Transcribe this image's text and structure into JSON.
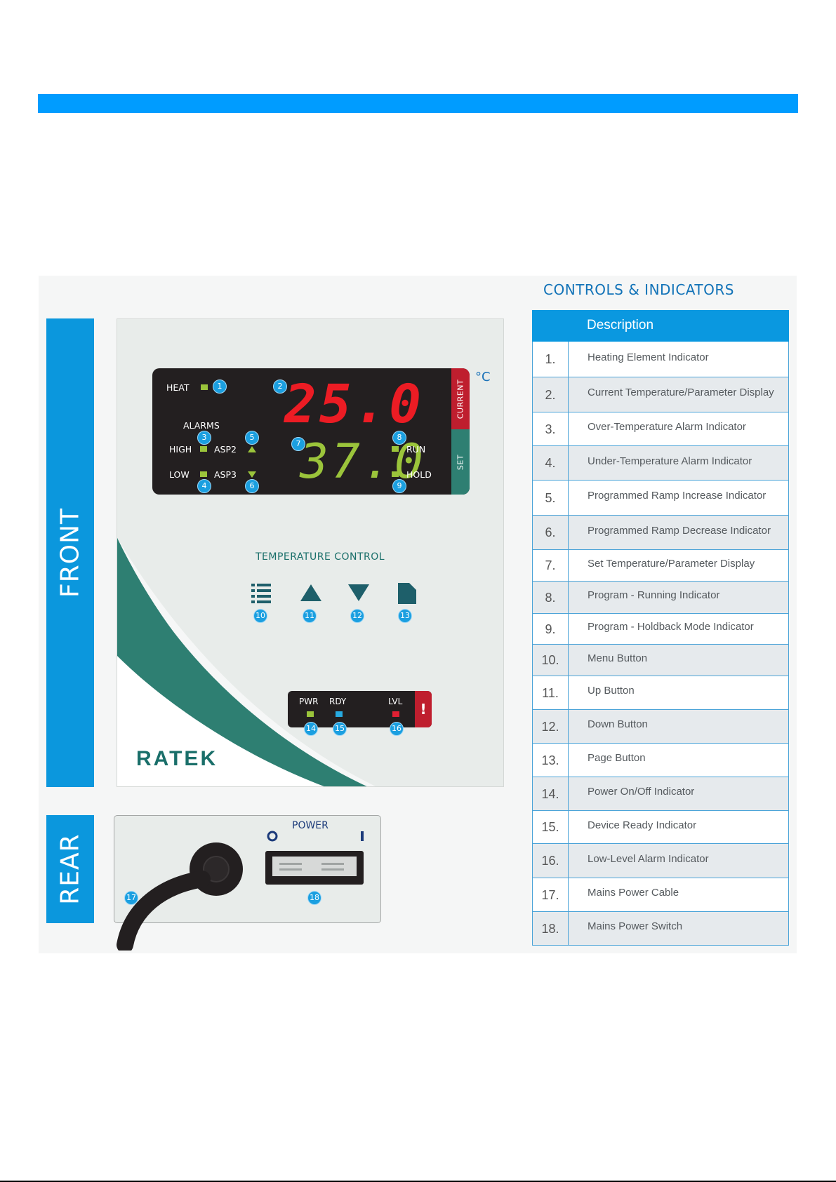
{
  "sections": {
    "front": "FRONT",
    "rear": "REAR"
  },
  "display": {
    "heat_label": "HEAT",
    "alarms_label": "ALARMS",
    "high_label": "HIGH",
    "low_label": "LOW",
    "asp2_label": "ASP2",
    "asp3_label": "ASP3",
    "run_label": "RUN",
    "hold_label": "HOLD",
    "current_tab": "CURRENT",
    "set_tab": "SET",
    "current_value": "25.0",
    "set_value": "37.0",
    "unit": "°C",
    "colors": {
      "current": "#ec1c24",
      "set": "#9bc43b",
      "led_green": "#9bc43b",
      "led_blue": "#27aae1",
      "led_red": "#e02033"
    }
  },
  "controls": {
    "title": "TEMPERATURE CONTROL",
    "buttons": [
      {
        "icon": "menu-icon",
        "num": "10"
      },
      {
        "icon": "triangle-up-icon",
        "num": "11"
      },
      {
        "icon": "triangle-down-icon",
        "num": "12"
      },
      {
        "icon": "page-icon",
        "num": "13"
      }
    ]
  },
  "status": {
    "pwr": "PWR",
    "rdy": "RDY",
    "lvl": "LVL",
    "alert": "!"
  },
  "brand": "RATEK",
  "rear": {
    "power_label": "POWER",
    "off_symbol": "O",
    "on_symbol": "I"
  },
  "badges": [
    "1",
    "2",
    "3",
    "4",
    "5",
    "6",
    "7",
    "8",
    "9",
    "10",
    "11",
    "12",
    "13",
    "14",
    "15",
    "16",
    "17",
    "18"
  ],
  "table": {
    "title": "CONTROLS & INDICATORS",
    "header": "Description",
    "rows": [
      {
        "num": "1.",
        "desc": "Heating Element Indicator"
      },
      {
        "num": "2.",
        "desc": "Current Temperature/Parameter Display"
      },
      {
        "num": "3.",
        "desc": "Over-Temperature Alarm Indicator"
      },
      {
        "num": "4.",
        "desc": "Under-Temperature Alarm Indicator"
      },
      {
        "num": "5.",
        "desc": "Programmed Ramp Increase Indicator"
      },
      {
        "num": "6.",
        "desc": "Programmed Ramp Decrease Indicator"
      },
      {
        "num": "7.",
        "desc": "Set Temperature/Parameter Display"
      },
      {
        "num": "8.",
        "desc": "Program - Running Indicator"
      },
      {
        "num": "9.",
        "desc": "Program - Holdback Mode Indicator"
      },
      {
        "num": "10.",
        "desc": "Menu Button"
      },
      {
        "num": "11.",
        "desc": "Up Button"
      },
      {
        "num": "12.",
        "desc": "Down Button"
      },
      {
        "num": "13.",
        "desc": "Page Button"
      },
      {
        "num": "14.",
        "desc": "Power On/Off Indicator"
      },
      {
        "num": "15.",
        "desc": "Device Ready Indicator"
      },
      {
        "num": "16.",
        "desc": "Low-Level Alarm Indicator"
      },
      {
        "num": "17.",
        "desc": "Mains Power Cable"
      },
      {
        "num": "18.",
        "desc": "Mains Power Switch"
      }
    ]
  }
}
